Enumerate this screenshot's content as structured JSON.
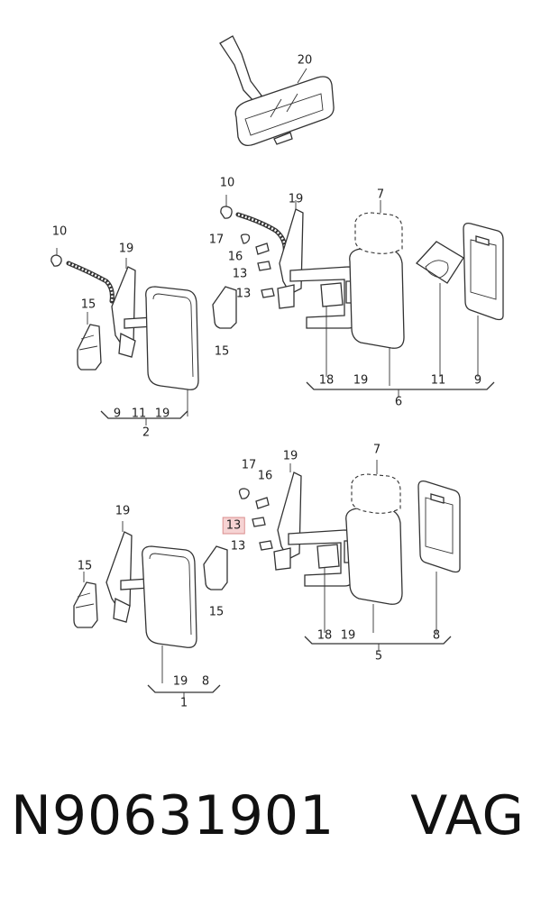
{
  "labels": {
    "l20": "20",
    "l10a": "10",
    "l10b": "10",
    "l19a": "19",
    "l19b": "19",
    "l19c": "19",
    "l19d": "19",
    "l19e": "19",
    "l19f": "19",
    "l19g": "19",
    "l19h": "19",
    "l7a": "7",
    "l7b": "7",
    "l17a": "17",
    "l17b": "17",
    "l16a": "16",
    "l16b": "16",
    "l13a": "13",
    "l13b": "13",
    "l13c": "13",
    "l13d": "13",
    "l15a": "15",
    "l15b": "15",
    "l15c": "15",
    "l15d": "15",
    "l18a": "18",
    "l18b": "18",
    "l11a": "11",
    "l11b": "11",
    "l9a": "9",
    "l9b": "9",
    "l6": "6",
    "l2": "2",
    "l5": "5",
    "l1": "1",
    "l8a": "8",
    "l8b": "8"
  },
  "highlighted_label": "13",
  "footer": {
    "part_number": "N90631901",
    "brand": "VAG"
  }
}
